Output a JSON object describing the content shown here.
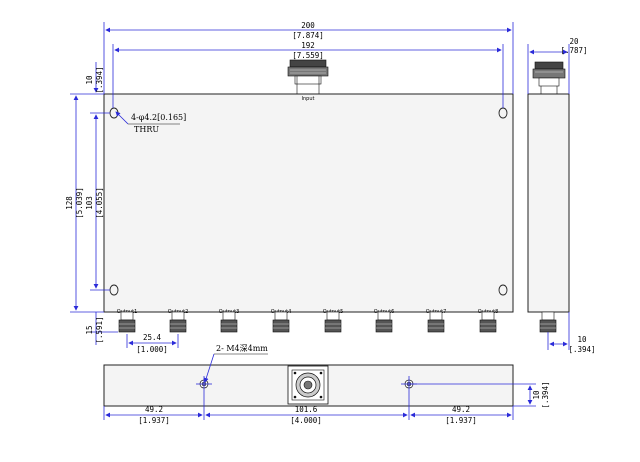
{
  "front_view": {
    "overall_width": {
      "mm": "200",
      "in": "[7.874]"
    },
    "hole_spacing": {
      "mm": "192",
      "in": "[7.559]"
    },
    "height_outer": {
      "mm": "128",
      "in": "[5.039]"
    },
    "height_inner": {
      "mm": "103",
      "in": "[4.055]"
    },
    "top_offset": {
      "mm": "10",
      "in": "[.394]"
    },
    "bottom_offset": {
      "mm": "15",
      "in": "[.591]"
    },
    "output_pitch": {
      "mm": "25.4",
      "in": "[1.000]"
    },
    "hole_note": {
      "line1": "4-φ4.2[0.165]",
      "line2": "THRU"
    },
    "input_label": "Input",
    "outputs": [
      "Output1",
      "Output2",
      "Output3",
      "Output4",
      "Output5",
      "Output6",
      "Output7",
      "Output8"
    ]
  },
  "side_view": {
    "width": {
      "mm": "20",
      "in": "[.787]"
    },
    "connector_offset": {
      "mm": "10",
      "in": "[.394]"
    }
  },
  "bottom_view": {
    "thread_note": "2- M4深4mm",
    "left": {
      "mm": "49.2",
      "in": "[1.937]"
    },
    "middle": {
      "mm": "101.6",
      "in": "[4.000]"
    },
    "right": {
      "mm": "49.2",
      "in": "[1.937]"
    },
    "depth": {
      "mm": "10",
      "in": "[.394]"
    }
  },
  "colors": {
    "dimension_lines": "#2b2bd9",
    "outline": "#222222",
    "body_fill": "#f4f4f4"
  }
}
